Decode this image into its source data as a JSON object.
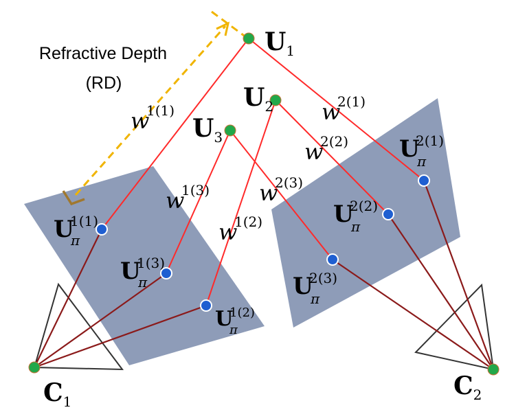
{
  "colors": {
    "plane": "#8e9cb8",
    "ray_near": "#ff2a2a",
    "ray_far": "#8b1a1a",
    "camera": "#333333",
    "world_point": "#22a84a",
    "projected_point": "#1f5fd1",
    "rd_arrow": "#f0b400",
    "rd_arrow_head": "#a0782e",
    "text": "#000000"
  },
  "annotation": {
    "line1": "Refractive Depth",
    "line2": "(RD)"
  },
  "labels": {
    "U1": {
      "base": "U",
      "sub": "1"
    },
    "U2": {
      "base": "U",
      "sub": "2"
    },
    "U3": {
      "base": "U",
      "sub": "3"
    },
    "C1": {
      "base": "C",
      "sub": "1"
    },
    "C2": {
      "base": "C",
      "sub": "2"
    },
    "Upi11": {
      "base": "U",
      "sup": "1(1)",
      "sub": "π"
    },
    "Upi13": {
      "base": "U",
      "sup": "1(3)",
      "sub": "π"
    },
    "Upi12": {
      "base": "U",
      "sup": "1(2)",
      "sub": "π"
    },
    "Upi21": {
      "base": "U",
      "sup": "2(1)",
      "sub": "π"
    },
    "Upi22": {
      "base": "U",
      "sup": "2(2)",
      "sub": "π"
    },
    "Upi23": {
      "base": "U",
      "sup": "2(3)",
      "sub": "π"
    },
    "w11": {
      "base": "w",
      "sup": "1(1)"
    },
    "w13": {
      "base": "w",
      "sup": "1(3)"
    },
    "w12": {
      "base": "w",
      "sup": "1(2)"
    },
    "w21": {
      "base": "w",
      "sup": "2(1)"
    },
    "w22": {
      "base": "w",
      "sup": "2(2)"
    },
    "w23": {
      "base": "w",
      "sup": "2(3)"
    }
  }
}
